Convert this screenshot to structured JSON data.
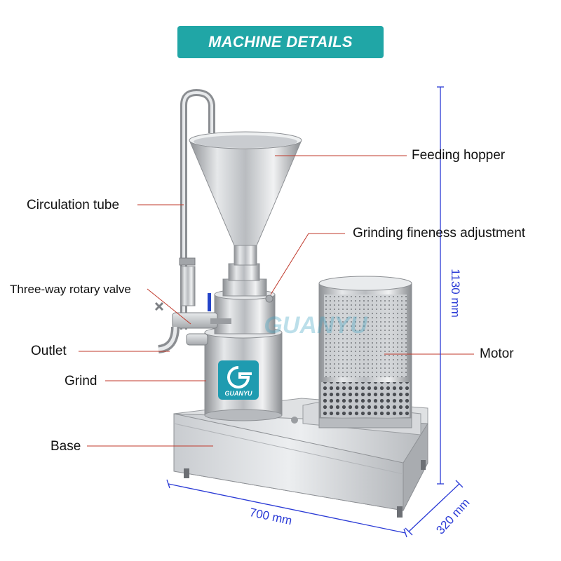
{
  "banner": {
    "title": "MACHINE DETAILS"
  },
  "labels": {
    "feeding_hopper": "Feeding hopper",
    "circulation_tube": "Circulation tube",
    "grinding_fineness": "Grinding fineness adjustment",
    "three_way_valve": "Three-way rotary valve",
    "outlet": "Outlet",
    "grind": "Grind",
    "base": "Base",
    "motor": "Motor"
  },
  "dimensions": {
    "height": "1130 mm",
    "width": "700 mm",
    "depth": "320 mm"
  },
  "logo": {
    "brand": "GUANYU",
    "watermark": "GUANYU"
  },
  "colors": {
    "banner": "#20a6a6",
    "leader": "#c0392b",
    "dimension": "#2b3bd6",
    "logo_plate": "#1f9bb0"
  }
}
